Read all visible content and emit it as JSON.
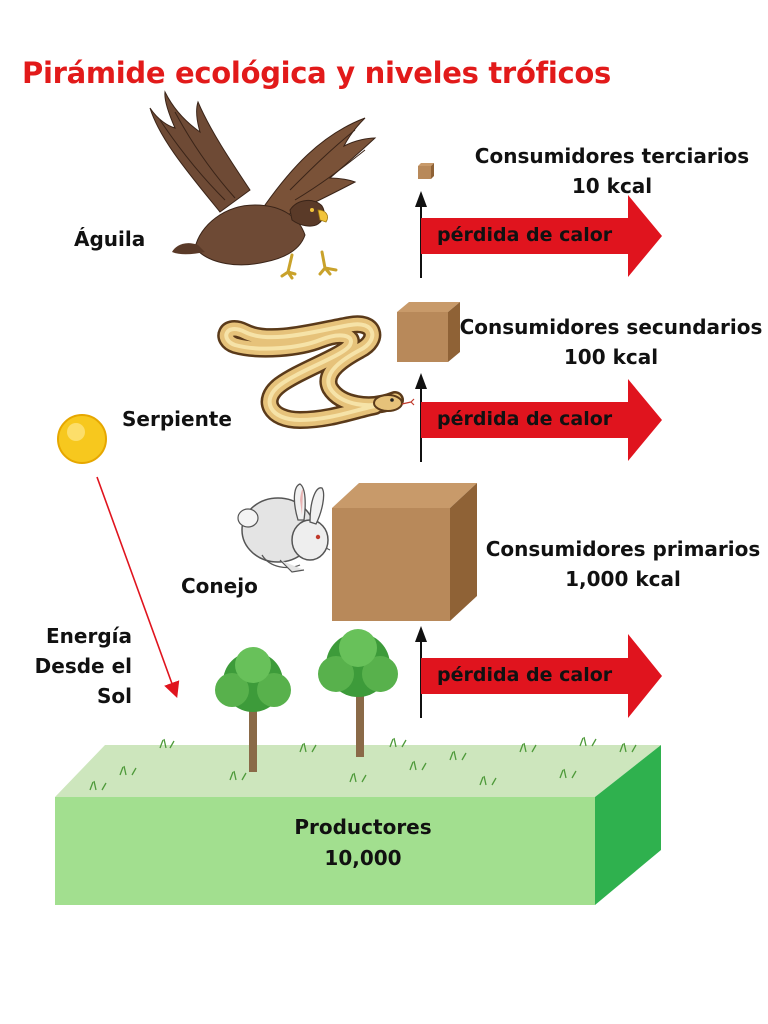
{
  "title": "Pirámide ecológica y niveles tróficos",
  "animals": {
    "eagle": "Águila",
    "snake": "Serpiente",
    "rabbit": "Conejo"
  },
  "sun_label": [
    "Energía",
    "Desde el",
    "Sol"
  ],
  "levels": {
    "tertiary": {
      "name": "Consumidores terciarios",
      "value": "10 kcal"
    },
    "secondary": {
      "name": "Consumidores secundarios",
      "value": "100 kcal"
    },
    "primary": {
      "name": "Consumidores primarios",
      "value": "1,000 kcal"
    },
    "producers": {
      "name": "Productores",
      "value": "10,000"
    }
  },
  "heat_loss": "pérdida de calor",
  "colors": {
    "title": "#e21a1a",
    "heat_arrow": "#e0141e",
    "box_front": "#b8895a",
    "box_side": "#8f6236",
    "ground_front": "#a2df8f",
    "ground_top": "#cde6bd",
    "ground_side": "#2fb14e",
    "sun": "#f7c81e"
  },
  "icons": [
    "eagle-icon",
    "snake-icon",
    "rabbit-icon",
    "sun-icon",
    "tree-icon"
  ]
}
